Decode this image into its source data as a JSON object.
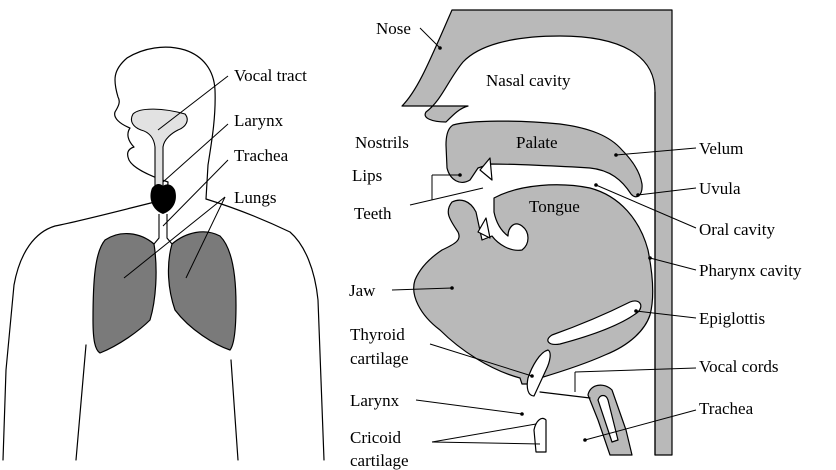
{
  "body_diagram": {
    "labels": {
      "vocal_tract": "Vocal tract",
      "larynx": "Larynx",
      "trachea": "Trachea",
      "lungs": "Lungs"
    }
  },
  "head_diagram": {
    "labels": {
      "nose": "Nose",
      "nasal_cavity": "Nasal cavity",
      "nostrils": "Nostrils",
      "palate": "Palate",
      "velum": "Velum",
      "lips": "Lips",
      "uvula": "Uvula",
      "tongue": "Tongue",
      "teeth": "Teeth",
      "oral_cavity": "Oral cavity",
      "pharynx_cavity": "Pharynx cavity",
      "jaw": "Jaw",
      "epiglottis": "Epiglottis",
      "thyroid_cartilage_line1": "Thyroid",
      "thyroid_cartilage_line2": "cartilage",
      "vocal_cords": "Vocal cords",
      "larynx": "Larynx",
      "trachea": "Trachea",
      "cricoid_cartilage_line1": "Cricoid",
      "cricoid_cartilage_line2": "cartilage"
    }
  },
  "colors": {
    "tissue_gray": "#b9b9b9",
    "lung_gray": "#7a7a7a",
    "tract_light": "#e2e2e2",
    "larynx_black": "#000000"
  }
}
